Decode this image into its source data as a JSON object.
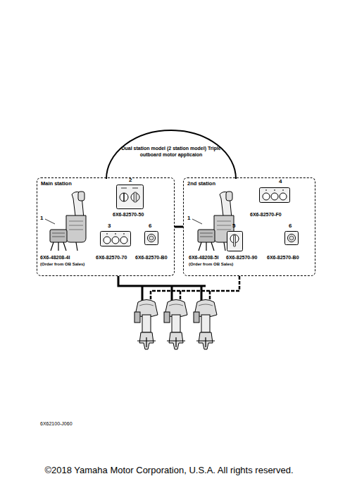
{
  "diagram": {
    "caption": "©2018 Yamaha Motor Corporation, U.S.A. All rights reserved.",
    "nodes": [
      {
        "text": [
          "Dual station model (2 station model) Triple outboard motor applicaion"
        ]
      },
      {
        "text": [
          "Main station"
        ]
      },
      {
        "text": [
          "2nd station"
        ]
      }
    ],
    "edges": [
      {
        "from": 1,
        "to": 2,
        "arrow": "none"
      }
    ],
    "labels": [
      "1",
      "2",
      "3",
      "6",
      "6X6-48208-4I",
      "(Order from OB Sales)",
      "6X6-82570-50",
      "6X6-82570-70",
      "6X6-82570-B0",
      "4",
      "1",
      "5",
      "6",
      "6X6-82570-F0",
      "6X6-48208-5I",
      "(Order from OB Sales)",
      "6X6-82570-90",
      "6X6-82570-B0",
      "6X62100-J060"
    ]
  }
}
